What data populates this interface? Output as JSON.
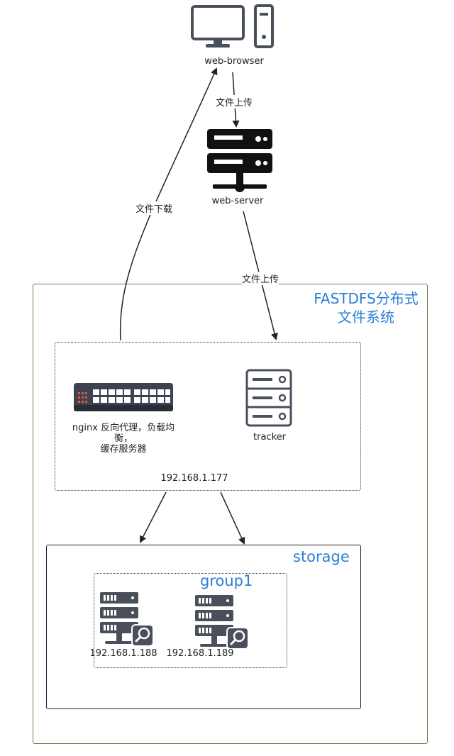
{
  "nodes": {
    "browser": "web-browser",
    "webserver": "web-server",
    "nginx": [
      "nginx 反向代理，负载均衡，",
      "缓存服务器"
    ],
    "tracker": "tracker",
    "nginx_ip": "192.168.1.177",
    "storage1_ip": "192.168.1.188",
    "storage2_ip": "192.168.1.189"
  },
  "edges": {
    "upload1": "文件上传",
    "upload2": "文件上传",
    "download": "文件下载"
  },
  "groups": {
    "fastdfs": [
      "FASTDFS分布式",
      "文件系统"
    ],
    "storage": "storage",
    "group1": "group1"
  },
  "colors": {
    "title_blue": "#2a7fd6",
    "outer_border": "#6b7a4a",
    "icon_dark": "#4a4f5c",
    "icon_black": "#111111"
  },
  "icons": {
    "browser": "computer-icon",
    "webserver": "server-icon",
    "nginx": "switch-icon",
    "tracker": "rack-server-icon",
    "storage": "storage-server-icon"
  }
}
